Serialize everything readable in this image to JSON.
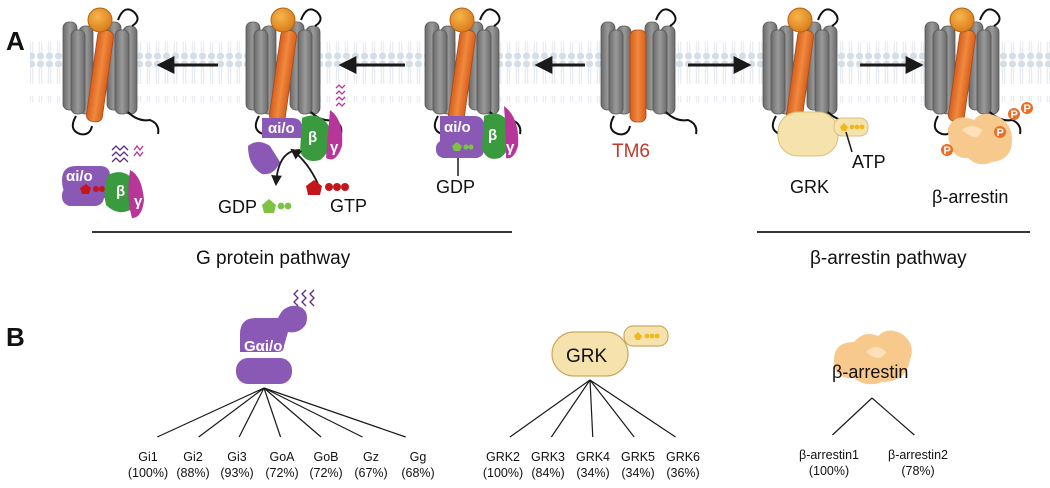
{
  "panels": {
    "a": "A",
    "b": "B"
  },
  "pathways": {
    "g_protein": "G protein pathway",
    "arrestin": "β-arrestin pathway"
  },
  "panel_a": {
    "gdp": "GDP",
    "gtp": "GTP",
    "gdp_bound": "GDP",
    "tm6": "TM6",
    "grk": "GRK",
    "atp": "ATP",
    "arrestin": "β-arrestin",
    "alpha": "αi/o",
    "beta": "β",
    "gamma": "γ",
    "phospho": "P"
  },
  "panel_b": {
    "galpha_label": "Gαi/o",
    "grk_label": "GRK",
    "arrestin_label": "β-arrestin",
    "g_subtypes": [
      {
        "name": "Gi1",
        "pct": "(100%)"
      },
      {
        "name": "Gi2",
        "pct": "(88%)"
      },
      {
        "name": "Gi3",
        "pct": "(93%)"
      },
      {
        "name": "GoA",
        "pct": "(72%)"
      },
      {
        "name": "GoB",
        "pct": "(72%)"
      },
      {
        "name": "Gz",
        "pct": "(67%)"
      },
      {
        "name": "Gg",
        "pct": "(68%)"
      }
    ],
    "grk_subtypes": [
      {
        "name": "GRK2",
        "pct": "(100%)"
      },
      {
        "name": "GRK3",
        "pct": "(84%)"
      },
      {
        "name": "GRK4",
        "pct": "(34%)"
      },
      {
        "name": "GRK5",
        "pct": "(34%)"
      },
      {
        "name": "GRK6",
        "pct": "(36%)"
      }
    ],
    "arrestin_subtypes": [
      {
        "name": "β-arrestin1",
        "pct": "(100%)"
      },
      {
        "name": "β-arrestin2",
        "pct": "(78%)"
      }
    ]
  },
  "colors": {
    "helix": "#7b7b7b",
    "tm6": "#e8702a",
    "ligand": "#e08a1e",
    "alpha": "#8a59b5",
    "beta": "#3a9a3e",
    "gamma": "#b8359a",
    "gdp": "#7cc243",
    "gtp": "#c4161c",
    "grk": "#f6e2ad",
    "arrestin": "#f7c98c",
    "membrane": "#dfe6ee"
  }
}
